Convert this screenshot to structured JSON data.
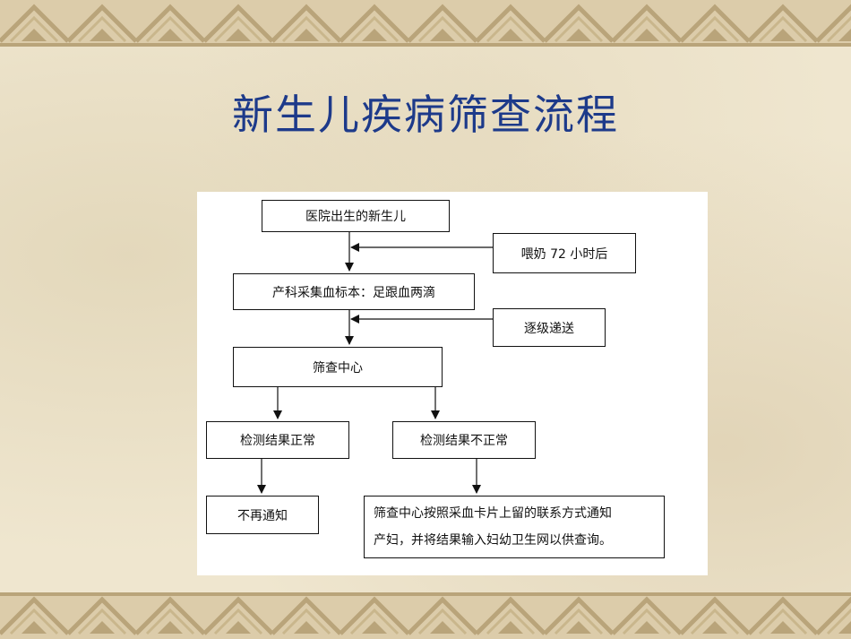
{
  "slide": {
    "title": "新生儿疾病筛查流程"
  },
  "diagram": {
    "nodes": {
      "hospital_birth": "医院出生的新生儿",
      "feeding_72h": "喂奶 72 小时后",
      "blood_sampling": "产科采集血标本：足跟血两滴",
      "relay_delivery": "逐级递送",
      "screening_center": "筛查中心",
      "result_normal": "检测结果正常",
      "result_abnormal": "检测结果不正常",
      "no_notification": "不再通知",
      "notify_mother_line1": "筛查中心按照采血卡片上留的联系方式通知",
      "notify_mother_line2": "产妇，并将结果输入妇幼卫生网以供查询。"
    }
  },
  "colors": {
    "title": "#1d3a8a",
    "background": "#efe6cf",
    "band": "#dcccaa",
    "band_pattern": "#b9a47a"
  }
}
